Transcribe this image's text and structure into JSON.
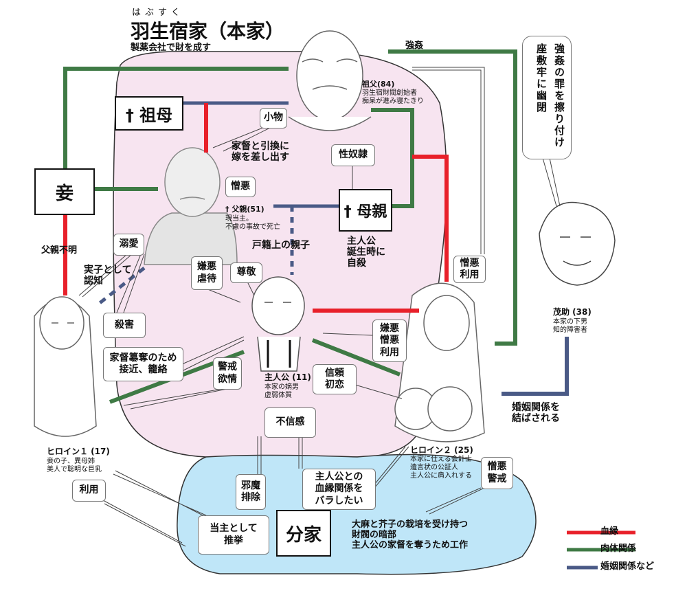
{
  "title": {
    "ruby": "はぶすく",
    "main": "羽生宿家（本家）",
    "sub": "製薬会社で財を成す"
  },
  "nodes": {
    "grandmother": "† 祖母",
    "mistress": "妾",
    "mother": "† 母親",
    "branch": "分家"
  },
  "characters": {
    "grandfather": {
      "name": "祖父(84)",
      "desc": "羽生宿財閥創始者\n痴呆が進み寝たきり"
    },
    "father": {
      "name": "† 父親(51)",
      "desc": "現当主。\n不慮の事故で死亡"
    },
    "protagonist": {
      "name": "主人公 (11)",
      "desc": "本家の嫡男\n虚弱体質"
    },
    "heroine1": {
      "name": "ヒロイン１ (17)",
      "desc": "妾の子、異母姉\n美人で聡明な巨乳"
    },
    "heroine2": {
      "name": "ヒロイン２ (25)",
      "desc": "本家に仕える会計士\n遺言状の公証人\n主人公に肩入れする"
    },
    "mosuke": {
      "name": "茂助 (38)",
      "desc": "本家の下男\n知的障害者"
    }
  },
  "labels": {
    "rape": "強姦",
    "unknown_father": "父親不明",
    "family_register": "戸籍上の親子",
    "mother_suicide": "主人公\n誕生時に\n自殺",
    "trade": "家督と引換に\n嫁を差し出す",
    "acknowledge": "実子として\n認知",
    "marriage_forced": "婚姻関係を\n結ばされる",
    "branch_desc": "大麻と芥子の栽培を受け持つ\n財閥の暗部\n主人公の家督を奪うため工作"
  },
  "boxes": {
    "small_fry": "小物",
    "hatred1": "憎悪",
    "sex_slave": "性奴隷",
    "doting": "溺愛",
    "murder": "殺害",
    "disgust_abuse": "嫌悪\n虐待",
    "respect": "尊敬",
    "hatred_use": "憎悪\n利用",
    "disgust_hatred_use": "嫌悪\n憎悪\n利用",
    "usurp": "家督簒奪のため\n接近、籠絡",
    "caution_lust": "警戒\n欲情",
    "trust_love": "信頼\n初恋",
    "distrust": "不信感",
    "remove": "邪魔\n排除",
    "reveal": "主人公との\n血縁関係を\nバラしたい",
    "recommend": "当主として\n推挙",
    "use": "利用",
    "hatred_caution": "憎悪\n警戒"
  },
  "speech": {
    "col1": "強姦の罪を擦り付け",
    "col2": "座敷牢に幽閉"
  },
  "legend": [
    {
      "label": "血縁",
      "color": "#e8202a"
    },
    {
      "label": "肉体関係",
      "color": "#3f7a45"
    },
    {
      "label": "婚姻関係など",
      "color": "#4a5a86"
    }
  ],
  "colors": {
    "pink": "#f7e4f0",
    "blue": "#bfe6f8",
    "red": "#e8202a",
    "green": "#3f7a45",
    "navy": "#4a5a86"
  }
}
